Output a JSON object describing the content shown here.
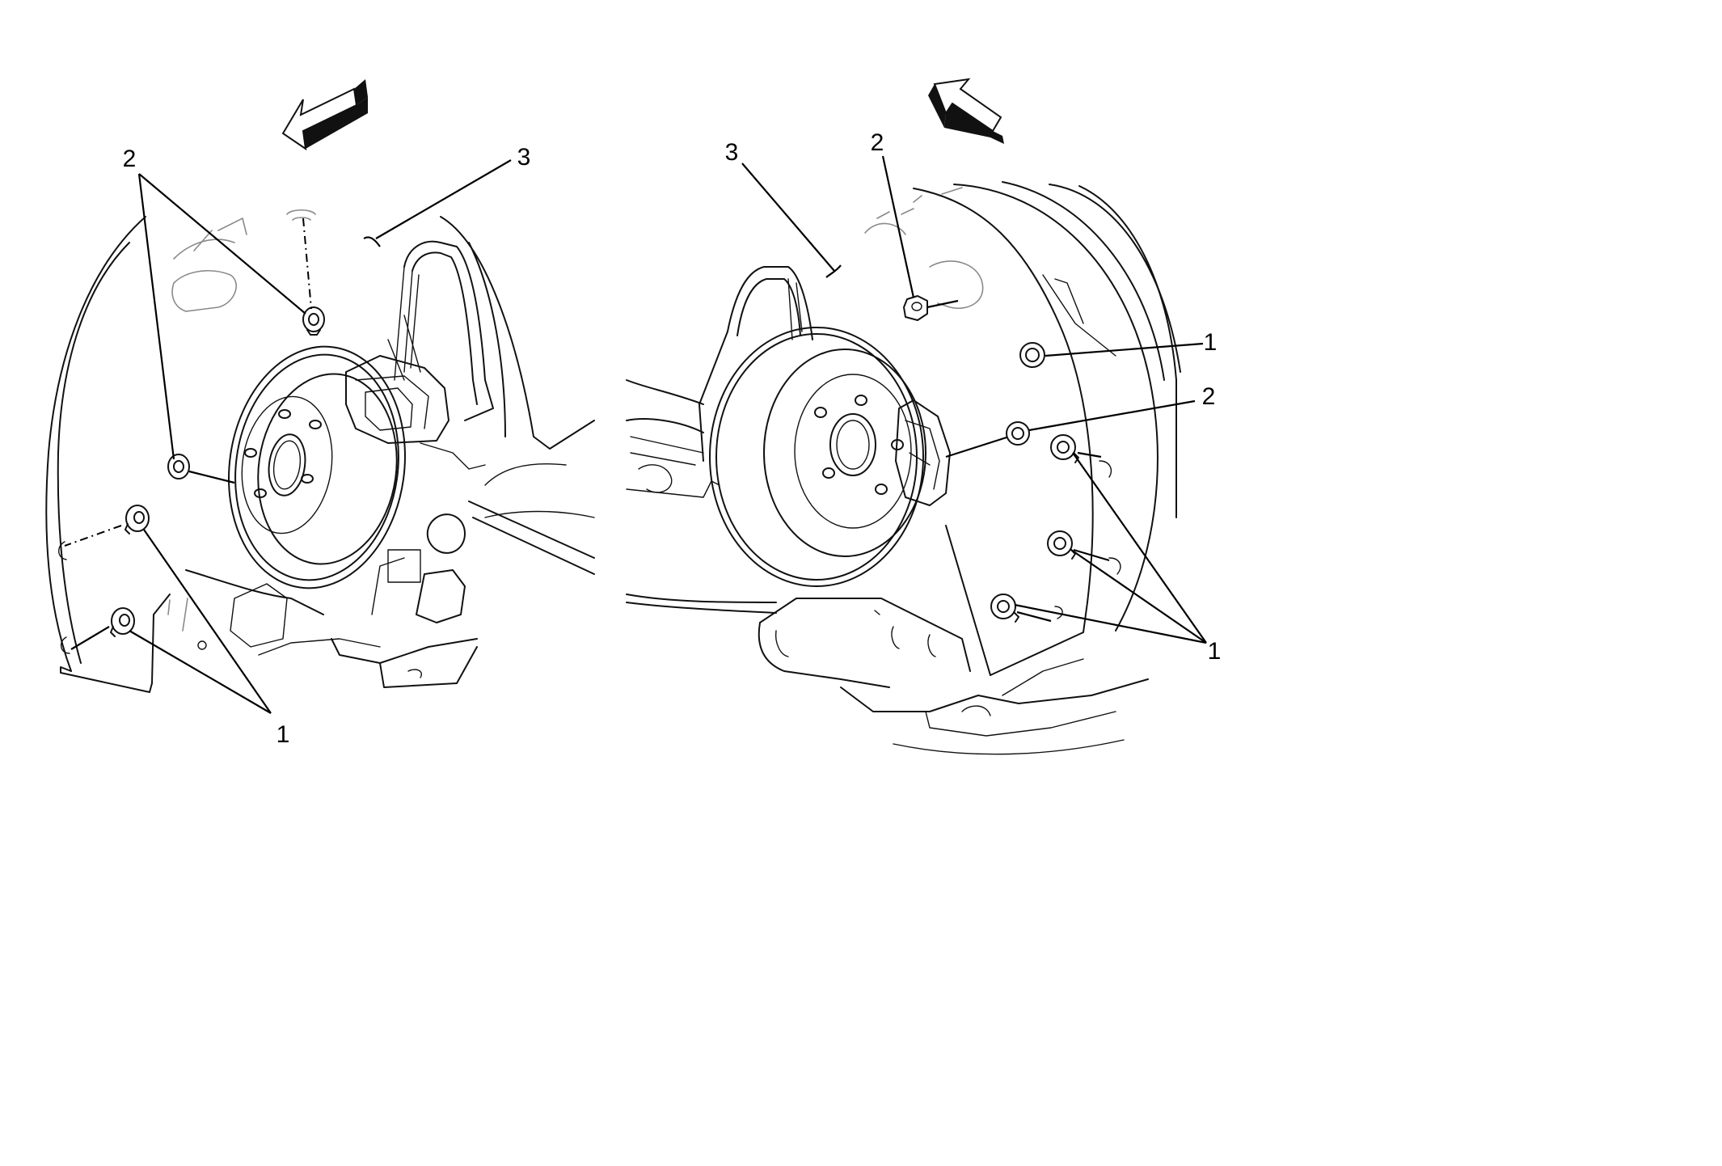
{
  "callouts": {
    "left_2": "2",
    "left_3": "3",
    "left_1": "1",
    "right_2_top": "2",
    "right_3": "3",
    "right_1_top": "1",
    "right_2_mid": "2",
    "right_1_bottom": "1"
  },
  "colors": {
    "line": "#111111",
    "background": "#ffffff"
  }
}
